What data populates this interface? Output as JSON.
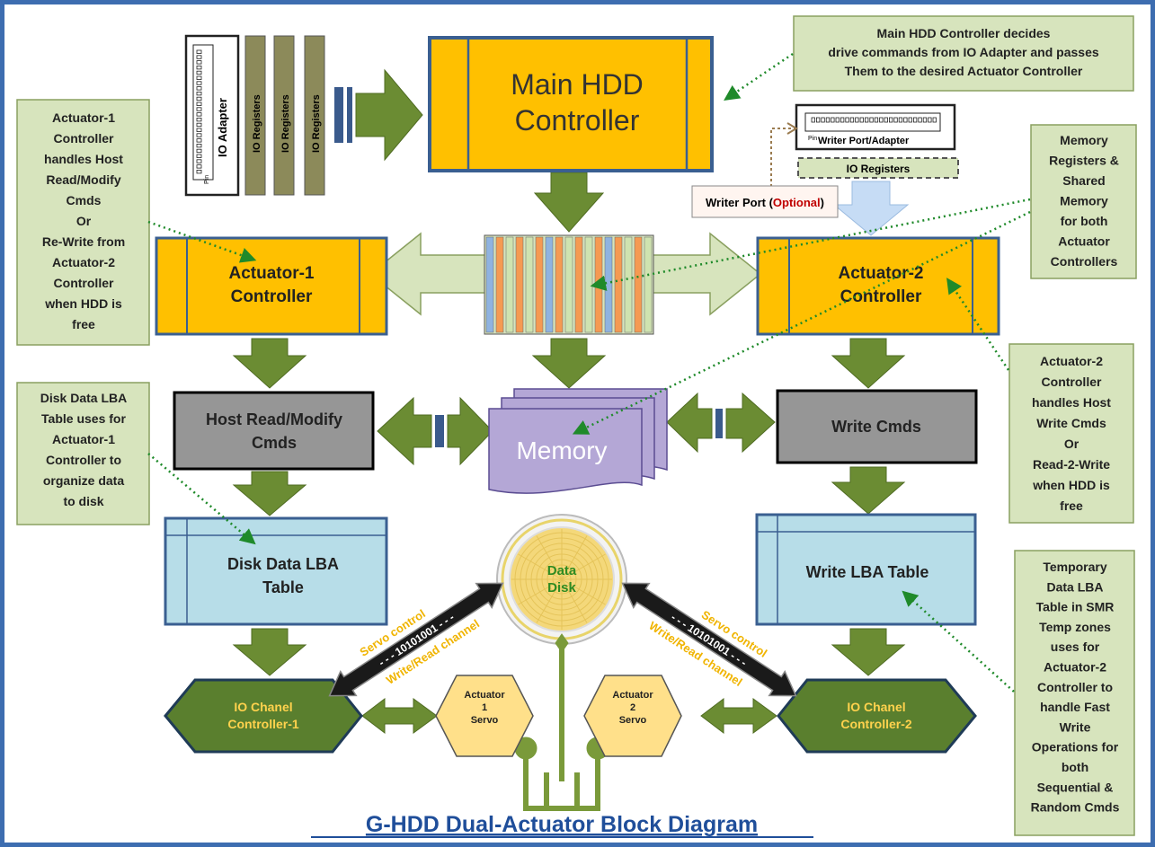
{
  "title": "G-HDD Dual-Actuator Block Diagram",
  "colors": {
    "border": "#3d6db0",
    "controller": "#ffc000",
    "controller_stroke": "#3a5f91",
    "arrow": "#6b8c33",
    "callout_bg": "#d7e4bd",
    "callout_stroke": "#8aa060",
    "lba_table": "#b7dde8",
    "cmd_box": "#969696",
    "memory": "#b4a7d6",
    "io_controller": "#5a7f2e",
    "servo": "#ffe08a",
    "title": "#1f4e9a"
  },
  "blocks": {
    "main_controller": [
      "Main HDD",
      "Controller"
    ],
    "actuator1_controller": [
      "Actuator-1",
      "Controller"
    ],
    "actuator2_controller": [
      "Actuator-2",
      "Controller"
    ],
    "host_cmds": [
      "Host Read/Modify",
      "Cmds"
    ],
    "write_cmds": [
      "Write Cmds"
    ],
    "memory": "Memory",
    "disk_lba_table": [
      "Disk Data LBA",
      "Table"
    ],
    "write_lba_table": [
      "Write LBA Table"
    ],
    "io_controller_1": [
      "IO Chanel",
      "Controller-1"
    ],
    "io_controller_2": [
      "IO Chanel",
      "Controller-2"
    ],
    "actuator1_servo": [
      "Actuator",
      "1",
      "Servo"
    ],
    "actuator2_servo": [
      "Actuator",
      "2",
      "Servo"
    ],
    "data_disk": [
      "Data",
      "Disk"
    ],
    "io_adapter": "IO Adapter",
    "io_registers": "IO Registers",
    "writer_port_adapter": "Writer Port/Adapter",
    "writer_io_registers": "IO Registers",
    "writer_port_prefix": "Writer Port (",
    "writer_port_optional": "Optional",
    "writer_port_suffix": ")",
    "link_bits": "- - - 10101001 - - -",
    "servo_control": "Servo control",
    "write_read_channel": "Write/Read channel"
  },
  "callouts": {
    "main": [
      "Main HDD Controller decides",
      "drive commands from IO Adapter and passes",
      "Them to the desired Actuator Controller"
    ],
    "actuator1": [
      "Actuator-1",
      "Controller",
      "handles Host",
      "Read/Modify",
      "Cmds",
      "Or",
      "Re-Write from",
      "Actuator-2",
      "Controller",
      "when HDD is",
      "free"
    ],
    "memory": [
      "Memory",
      "Registers &",
      "Shared",
      "Memory",
      "for both",
      "Actuator",
      "Controllers"
    ],
    "actuator2": [
      "Actuator-2",
      "Controller",
      "handles Host",
      "Write Cmds",
      "Or",
      "Read-2-Write",
      "when HDD is",
      "free"
    ],
    "disk_lba": [
      "Disk Data LBA",
      "Table uses for",
      "Actuator-1",
      "Controller to",
      "organize data",
      "to disk"
    ],
    "temp_lba": [
      "Temporary",
      "Data LBA",
      "Table in SMR",
      "Temp zones",
      "uses for",
      "Actuator-2",
      "Controller to",
      "handle Fast",
      "Write",
      "Operations for",
      "both",
      "Sequential &",
      "Random Cmds"
    ]
  }
}
